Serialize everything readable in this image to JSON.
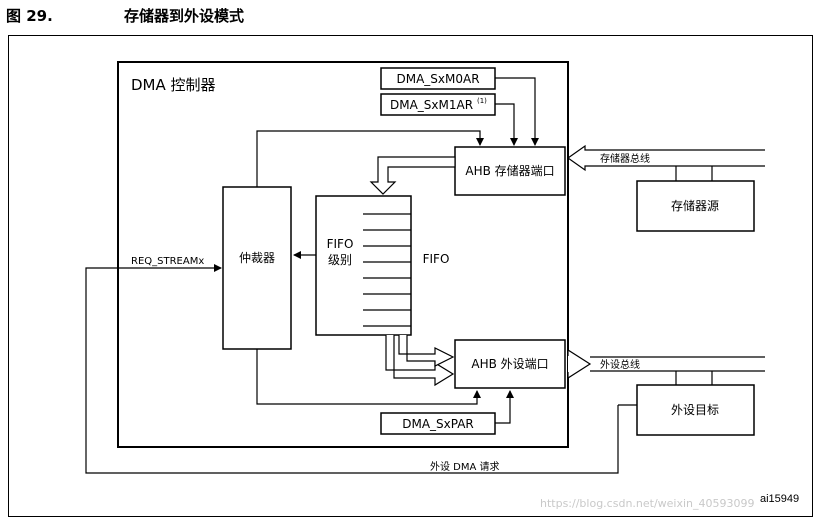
{
  "figure": {
    "number": "图 29.",
    "title": "存储器到外设模式",
    "id": "ai15949",
    "watermark": "https://blog.csdn.net/weixin_40593099"
  },
  "controller_label": "DMA 控制器",
  "registers": {
    "m0ar": "DMA_SxM0AR",
    "m1ar": "DMA_SxM1AR",
    "m1ar_note": "(1)",
    "par": "DMA_SxPAR"
  },
  "blocks": {
    "arbiter": "仲裁器",
    "fifo_level_line1": "FIFO",
    "fifo_level_line2": "级别",
    "fifo": "FIFO",
    "ahb_memory_port": "AHB 存储器端口",
    "ahb_peripheral_port": "AHB 外设端口",
    "memory_source": "存储器源",
    "peripheral_target": "外设目标"
  },
  "signals": {
    "req_stream": "REQ_STREAMx",
    "memory_bus": "存储器总线",
    "peripheral_bus": "外设总线",
    "peripheral_dma_request": "外设 DMA 请求"
  }
}
